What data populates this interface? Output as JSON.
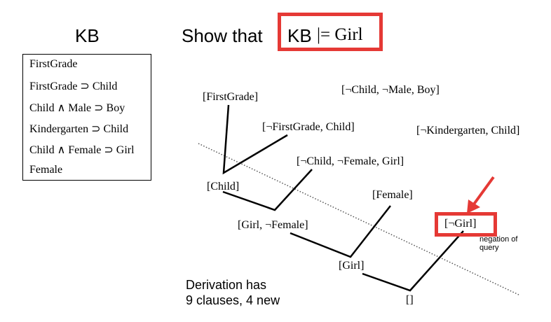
{
  "kb": {
    "title": "KB",
    "clauses": [
      "FirstGrade",
      "FirstGrade ⊃ Child",
      "Child ∧ Male ⊃ Boy",
      "Kindergarten ⊃ Child",
      "Child ∧ Female ⊃ Girl",
      "Female"
    ]
  },
  "goal": {
    "show_text": "Show that",
    "kb_text": "KB",
    "entails_text": "|= Girl"
  },
  "resolution": {
    "clauses": {
      "first_grade": "[FirstGrade]",
      "not_child_male_boy": "[¬Child, ¬Male, Boy]",
      "not_firstgrade_child": "[¬FirstGrade, Child]",
      "not_kindergarten_child": "[¬Kindergarten, Child]",
      "not_child_female_girl": "[¬Child, ¬Female, Girl]",
      "child": "[Child]",
      "female": "[Female]",
      "not_girl": "[¬Girl]",
      "girl_not_female": "[Girl, ¬Female]",
      "girl": "[Girl]",
      "empty": "[]"
    },
    "negation_note": "negation of query",
    "highlight_color": "#e53935"
  },
  "derivation": {
    "line1": "Derivation has",
    "line2": "9 clauses, 4 new"
  }
}
